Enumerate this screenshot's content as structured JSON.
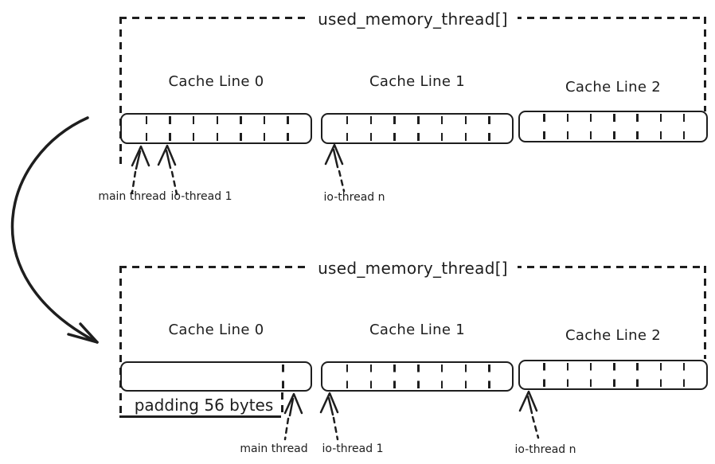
{
  "colors": {
    "ink": "#1e1e1e",
    "background": "#ffffff"
  },
  "diagrams": [
    {
      "title": "used_memory_thread[]",
      "cache_lines": [
        {
          "label": "Cache Line 0",
          "dividers": 7
        },
        {
          "label": "Cache Line 1",
          "dividers": 7
        },
        {
          "label": "Cache Line 2",
          "dividers": 7
        }
      ],
      "pointers": [
        {
          "label": "main thread"
        },
        {
          "label": "io-thread 1"
        },
        {
          "label": "io-thread n"
        }
      ]
    },
    {
      "title": "used_memory_thread[]",
      "padding_label": "padding 56 bytes",
      "cache_lines": [
        {
          "label": "Cache Line 0",
          "dividers": 1
        },
        {
          "label": "Cache Line 1",
          "dividers": 7
        },
        {
          "label": "Cache Line 2",
          "dividers": 7
        }
      ],
      "pointers": [
        {
          "label": "main thread"
        },
        {
          "label": "io-thread 1"
        },
        {
          "label": "io-thread n"
        }
      ]
    }
  ]
}
